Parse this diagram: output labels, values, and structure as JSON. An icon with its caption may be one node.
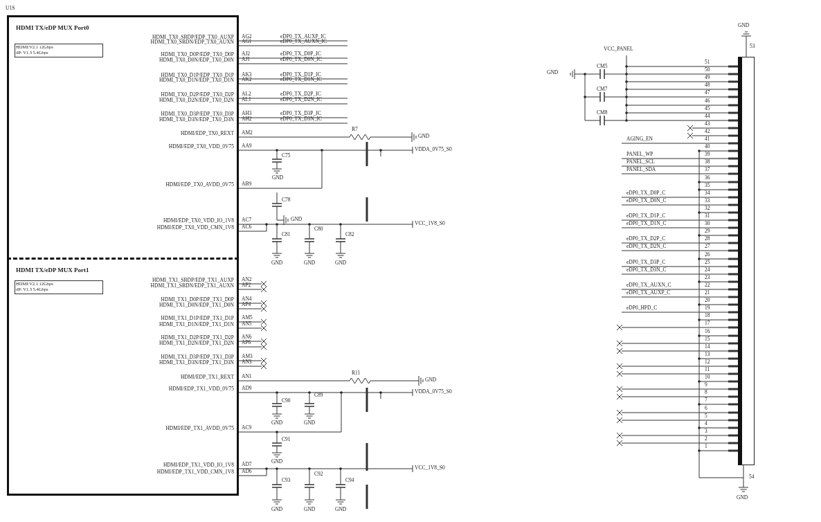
{
  "diagram": {
    "nodes": [
      {
        "text": [
          "HDMI TX/eDP MUX Port0"
        ]
      },
      {
        "text": [
          "HDMI:V2.1 12Gbps",
          "dP: V1.3 5.4Gbps"
        ],
        "in": 0
      },
      {
        "text": [
          "HDMI TX/eDP MUX Port1"
        ]
      },
      {
        "text": [
          "HDMI:V2.1 12Gbps",
          "dP: V1.3 5.4Gbps"
        ],
        "in": 2
      },
      {
        "text": [],
        "shape": "box"
      }
    ],
    "labels": [
      "U1S",
      "HDMI_TX0_SBDP/EDP_TX0_AUXP",
      "AG2",
      "eDP0_TX_AUXP_IC",
      "HDMI_TX0_SBDN/EDP_TX0_AUXN",
      "AG1",
      "eDP0_TX_AUXN_IC",
      "HDMI_TX0_D0P/EDP_TX0_D0P",
      "AJ2",
      "eDP0_TX_D0P_IC",
      "HDMI_TX0_D0N/EDP_TX0_D0N",
      "AJ1",
      "eDP0_TX_D0N_IC",
      "HDMI_TX0_D1P/EDP_TX0_D1P",
      "AK3",
      "eDP0_TX_D1P_IC",
      "HDMI_TX0_D1N/EDP_TX0_D1N",
      "AK2",
      "eDP0_TX_D1N_IC",
      "HDMI_TX0_D2P/EDP_TX0_D2P",
      "AL2",
      "eDP0_TX_D2P_IC",
      "HDMI_TX0_D2N/EDP_TX0_D2N",
      "AL1",
      "eDP0_TX_D2N_IC",
      "HDMI_TX0_D3P/EDP_TX0_D3P",
      "AH3",
      "eDP0_TX_D3P_IC",
      "HDMI_TX0_D3N/EDP_TX0_D3N",
      "AH2",
      "eDP0_TX_D3N_IC",
      "HDMI/EDP_TX0_REXT",
      "AM2",
      "HDMI/EDP_TX0_VDD_0V75",
      "AA9",
      "HDMI/EDP_TX0_AVDD_0V75",
      "AB9",
      "HDMI/EDP_TX0_VDD_IO_1V8",
      "AC7",
      "HDMI/EDP_TX0_VDD_CMN_1V8",
      "AC6",
      "R7",
      "GND",
      "VDDA_0V75_S0",
      "C75",
      "GND",
      "C78",
      "GND",
      "VCC_1V8_S0",
      "C81",
      "C80",
      "C82",
      "GND",
      "GND",
      "GND",
      "HDMI_TX1_SBDP/EDP_TX1_AUXP",
      "AN2",
      "HDMI_TX1_SBDN/EDP_TX1_AUXN",
      "AP2",
      "HDMI_TX1_D0P/EDP_TX1_D0P",
      "AN4",
      "HDMI_TX1_D0N/EDP_TX1_D0N",
      "AP4",
      "HDMI_TX1_D1P/EDP_TX1_D1P",
      "AM5",
      "HDMI_TX1_D1N/EDP_TX1_D1N",
      "AN5",
      "HDMI_TX1_D2P/EDP_TX1_D2P",
      "AN6",
      "HDMI_TX1_D2N/EDP_TX1_D2N",
      "AP6",
      "HDMI_TX1_D3P/EDP_TX1_D3P",
      "AM3",
      "HDMI_TX1_D3N/EDP_TX1_D3N",
      "AN3",
      "HDMI/EDP_TX1_REXT",
      "AN1",
      "HDMI/EDP_TX1_VDD_0V75",
      "AD9",
      "HDMI/EDP_TX1_AVDD_0V75",
      "AC9",
      "HDMI/EDP_TX1_VDD_IO_1V8",
      "AD7",
      "HDMI/EDP_TX1_VDD_CMN_1V8",
      "AD6",
      "R11",
      "GND",
      "VDDA_0V75_S0",
      "C90",
      "C89",
      "GND",
      "GND",
      "C91",
      "VCC_1V8_S0",
      "GND",
      "C93",
      "C92",
      "C94",
      "GND",
      "GND",
      "GND",
      "GND",
      "53",
      "VCC_PANEL",
      "CM5",
      "GND",
      "CM7",
      "CM8",
      "51",
      "50",
      "49",
      "48",
      "47",
      "46",
      "45",
      "44",
      "43",
      "42",
      "AGING_EN",
      "41",
      "40",
      "PANEL_WP",
      "39",
      "PANEL_SCL",
      "38",
      "PANEL_SDA",
      "37",
      "36",
      "35",
      "eDP0_TX_D0P_C",
      "34",
      "eDP0_TX_D0N_C",
      "33",
      "32",
      "eDP0_TX_D1P_C",
      "31",
      "eDP0_TX_D1N_C",
      "30",
      "29",
      "eDP0_TX_D2P_C",
      "28",
      "eDP0_TX_D2N_C",
      "27",
      "26",
      "eDP0_TX_D3P_C",
      "25",
      "eDP0_TX_D3N_C",
      "24",
      "23",
      "eDP0_TX_AUXN_C",
      "22",
      "eDP0_TX_AUXP_C",
      "21",
      "20",
      "eDP0_HPD_C",
      "19",
      "18",
      "17",
      "16",
      "15",
      "14",
      "13",
      "12",
      "11",
      "10",
      "9",
      "8",
      "7",
      "6",
      "5",
      "4",
      "3",
      "2",
      "1",
      "54",
      "GND"
    ]
  }
}
